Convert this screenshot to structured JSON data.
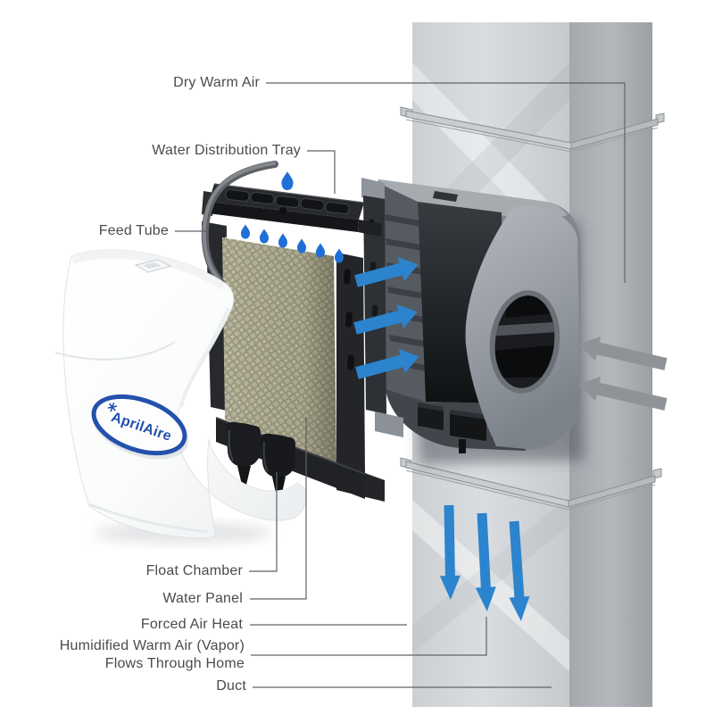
{
  "page": {
    "background": "#ffffff"
  },
  "brand": {
    "logo_text": "AprilAire"
  },
  "labels": {
    "dry_warm_air": "Dry Warm Air",
    "water_distribution_tray": "Water Distribution Tray",
    "feed_tube": "Feed Tube",
    "float_chamber": "Float Chamber",
    "water_panel": "Water Panel",
    "forced_air_heat": "Forced Air Heat",
    "humidified_line1": "Humidified Warm Air (Vapor)",
    "humidified_line2": "Flows Through Home",
    "duct": "Duct"
  },
  "colors": {
    "arrow_blue": "#2b84cd",
    "arrow_gray": "#8f9397",
    "drop_blue": "#1f6fd6",
    "label_text": "#4b4b4b",
    "leader_line": "#5f6367",
    "logo_blue": "#2351ad"
  },
  "icons": {
    "water_drop": "droplet",
    "airflow_right_arrow": "arrow-right",
    "airflow_down_arrow": "arrow-down",
    "airflow_intake_arrow": "arrow-left",
    "snowflake": "asterisk-snowflake"
  }
}
